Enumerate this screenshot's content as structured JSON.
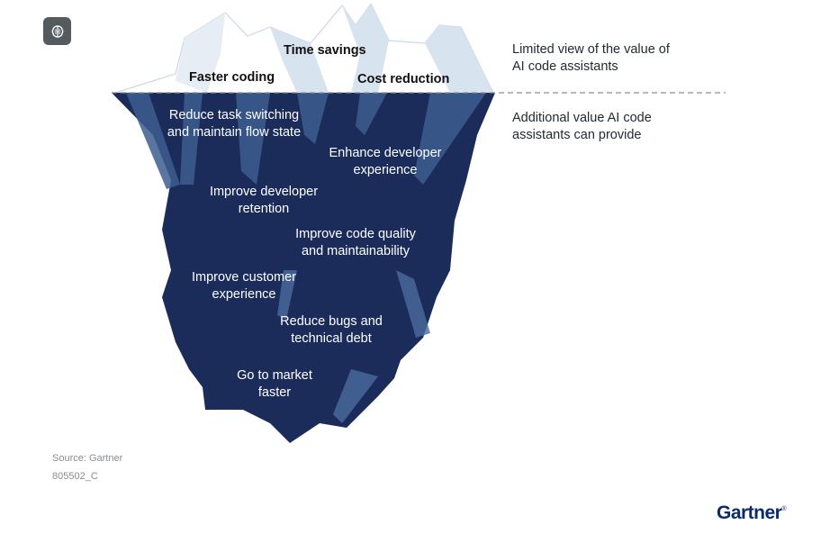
{
  "diagram": {
    "above_water": [
      {
        "id": "time-savings",
        "label": "Time savings"
      },
      {
        "id": "faster-coding",
        "label": "Faster coding"
      },
      {
        "id": "cost-reduction",
        "label": "Cost reduction"
      }
    ],
    "below_water": [
      {
        "id": "task-switching",
        "lines": [
          "Reduce task switching",
          "and maintain flow state"
        ]
      },
      {
        "id": "developer-experience",
        "lines": [
          "Enhance developer",
          "experience"
        ]
      },
      {
        "id": "developer-retention",
        "lines": [
          "Improve developer",
          "retention"
        ]
      },
      {
        "id": "code-quality",
        "lines": [
          "Improve code quality",
          "and maintainability"
        ]
      },
      {
        "id": "customer-experience",
        "lines": [
          "Improve customer",
          "experience"
        ]
      },
      {
        "id": "bugs-debt",
        "lines": [
          "Reduce bugs and",
          "technical debt"
        ]
      },
      {
        "id": "go-to-market",
        "lines": [
          "Go to market",
          "faster"
        ]
      }
    ],
    "side_labels": {
      "limited": [
        "Limited view of the value of",
        "AI code assistants"
      ],
      "additional": [
        "Additional value AI code",
        "assistants can provide"
      ]
    }
  },
  "footer": {
    "source": "Source: Gartner",
    "id": "805502_C",
    "logo": "Gartner",
    "logo_mark": "®"
  },
  "colors": {
    "iceberg_below": "#1b2c5b",
    "iceberg_above": "#ffffff",
    "ice_highlight": "#d7e3ee",
    "waterline": "#8a8f95",
    "icon_bg": "#555a5e",
    "logo": "#0b2b6b"
  },
  "icons": {
    "top_left": "brain-icon"
  }
}
